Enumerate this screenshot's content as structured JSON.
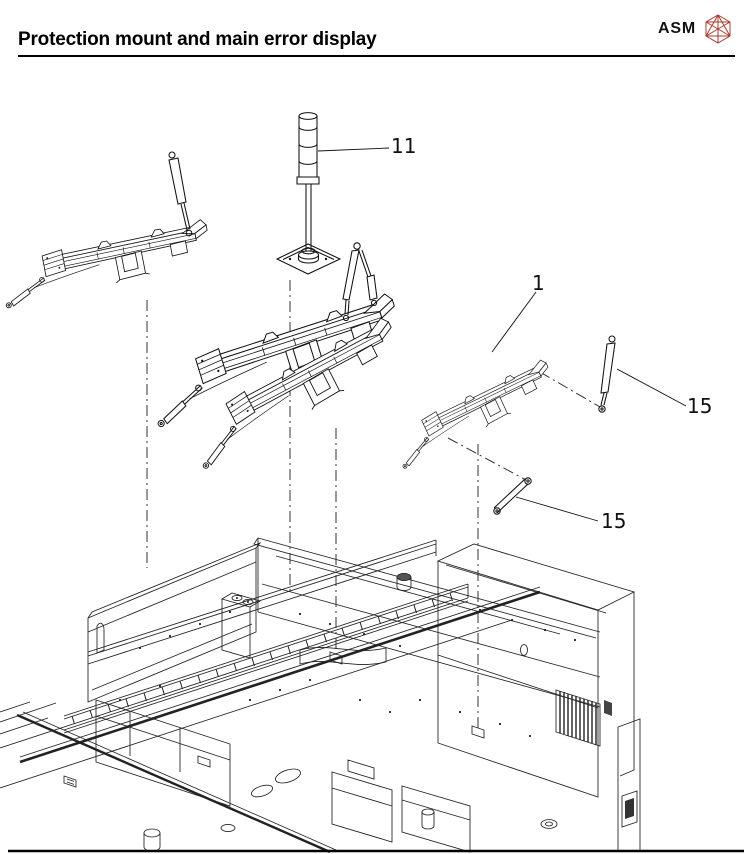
{
  "page": {
    "title": "Protection mount and main error display",
    "brand": "ASM"
  },
  "figure": {
    "type": "exploded-parts-diagram",
    "callouts": [
      {
        "label": "11"
      },
      {
        "label": "1"
      },
      {
        "label": "15"
      },
      {
        "label": "15"
      }
    ],
    "colors": {
      "line": "#1a1a1a",
      "logo_accent": "#a93b30",
      "rule": "#000000",
      "background": "#ffffff"
    }
  }
}
